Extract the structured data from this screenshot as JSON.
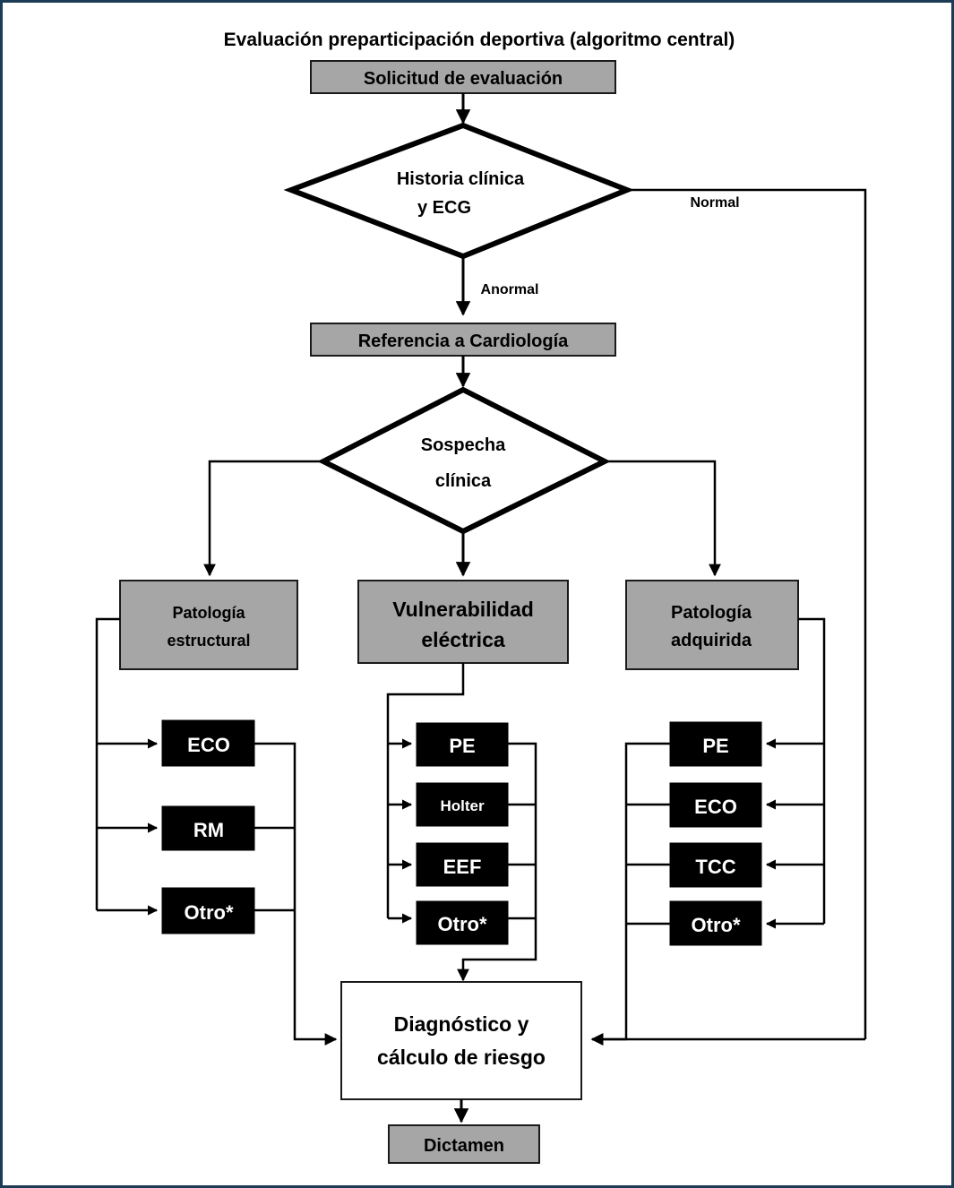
{
  "chart_data": {
    "type": "diagram",
    "title": "Evaluación preparticipación deportiva (algoritmo central)",
    "nodes": [
      {
        "id": "solicitud",
        "label": "Solicitud de evaluación",
        "shape": "rect",
        "fill": "gray"
      },
      {
        "id": "historia",
        "label": "Historia clínica y ECG",
        "shape": "diamond",
        "fill": "white"
      },
      {
        "id": "referencia",
        "label": "Referencia a Cardiología",
        "shape": "rect",
        "fill": "gray"
      },
      {
        "id": "sospecha",
        "label": "Sospecha clínica",
        "shape": "diamond",
        "fill": "white"
      },
      {
        "id": "estructural",
        "label": "Patología estructural",
        "shape": "rect",
        "fill": "gray"
      },
      {
        "id": "electrica",
        "label": "Vulnerabilidad eléctrica",
        "shape": "rect",
        "fill": "gray"
      },
      {
        "id": "adquirida",
        "label": "Patología adquirida",
        "shape": "rect",
        "fill": "gray"
      },
      {
        "id": "diagnostico",
        "label": "Diagnóstico y cálculo de riesgo",
        "shape": "rect",
        "fill": "white"
      },
      {
        "id": "dictamen",
        "label": "Dictamen",
        "shape": "rect",
        "fill": "gray"
      }
    ],
    "edge_labels": [
      "Normal",
      "Anormal"
    ],
    "branches": [
      {
        "category": "Patología estructural",
        "tests": [
          "ECO",
          "RM",
          "Otro*"
        ]
      },
      {
        "category": "Vulnerabilidad eléctrica",
        "tests": [
          "PE",
          "Holter",
          "EEF",
          "Otro*"
        ]
      },
      {
        "category": "Patología adquirida",
        "tests": [
          "PE",
          "ECO",
          "TCC",
          "Otro*"
        ]
      }
    ],
    "colors": {
      "box_gray": "#a6a6a6",
      "test_box": "#000000",
      "test_text": "#ffffff",
      "line": "#000000",
      "border": "#1d3b55"
    }
  },
  "title": "Evaluación preparticipación deportiva (algoritmo central)",
  "nodes": {
    "solicitud": "Solicitud de evaluación",
    "historia_l1": "Historia clínica",
    "historia_l2": "y ECG",
    "referencia": "Referencia a Cardiología",
    "sospecha_l1": "Sospecha",
    "sospecha_l2": "clínica",
    "estructural_l1": "Patología",
    "estructural_l2": "estructural",
    "electrica_l1": "Vulnerabilidad",
    "electrica_l2": "eléctrica",
    "adquirida_l1": "Patología",
    "adquirida_l2": "adquirida",
    "diagnostico_l1": "Diagnóstico y",
    "diagnostico_l2": "cálculo de riesgo",
    "dictamen": "Dictamen"
  },
  "labels": {
    "normal": "Normal",
    "anormal": "Anormal"
  },
  "tests": {
    "left": [
      "ECO",
      "RM",
      "Otro*"
    ],
    "middle": [
      "PE",
      "Holter",
      "EEF",
      "Otro*"
    ],
    "right": [
      "PE",
      "ECO",
      "TCC",
      "Otro*"
    ]
  }
}
